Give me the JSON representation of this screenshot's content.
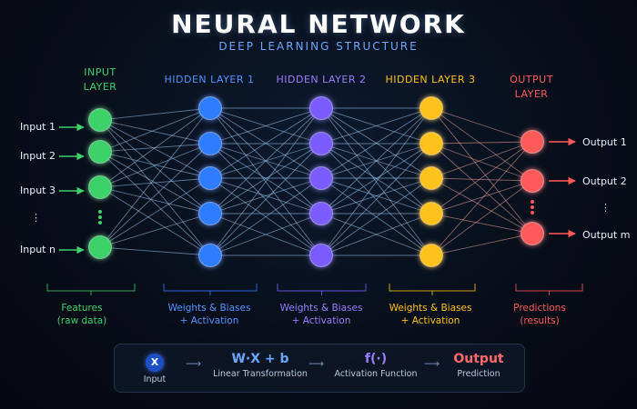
{
  "title": "NEURAL NETWORK",
  "subtitle": "DEEP LEARNING STRUCTURE",
  "colors": {
    "input": "#3dd16b",
    "hidden1": "#2f7bff",
    "hidden2": "#7a5cff",
    "hidden3": "#ffc21a",
    "output": "#ff5a5a"
  },
  "layers": [
    {
      "label": "INPUT\nLAYER"
    },
    {
      "label": "HIDDEN LAYER 1"
    },
    {
      "label": "HIDDEN LAYER 2"
    },
    {
      "label": "HIDDEN LAYER 3"
    },
    {
      "label": "OUTPUT\nLAYER"
    }
  ],
  "inputs": [
    "Input 1",
    "Input 2",
    "Input 3",
    "⋮",
    "Input n"
  ],
  "outputs": [
    "Output 1",
    "Output 2",
    "⋮",
    "Output m"
  ],
  "footers": [
    "Features\n(raw data)",
    "Weights & Biases\n+ Activation",
    "Weights & Biases\n+ Activation",
    "Weights & Biases\n+ Activation",
    "Predictions\n(results)"
  ],
  "formula": {
    "input_symbol": "X",
    "input_label": "Input",
    "linear_expr": "W·X + b",
    "linear_label": "Linear Transformation",
    "activation_expr": "f(·)",
    "activation_label": "Activation Function",
    "output_expr": "Output",
    "output_label": "Prediction"
  }
}
